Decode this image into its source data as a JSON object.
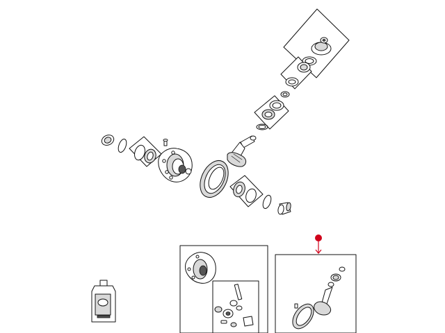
{
  "diagram": {
    "accent_color": "#d0021b",
    "line_color": "#111111",
    "components": [
      "bearing-cup-left",
      "shim-left",
      "bearing-left",
      "differential-case",
      "ring-gear",
      "bearing-right",
      "shim-right",
      "adjuster-right",
      "pinion-gear",
      "pinion-shim",
      "pinion-bearing-inner",
      "pinion-bearing-outer",
      "collapsible-spacer",
      "pinion-seal",
      "pinion-flange-nut",
      "gear-oil-bottle",
      "differential-case-kit",
      "differential-internals-kit",
      "ring-and-pinion-kit"
    ],
    "selected_component": "ring-and-pinion-kit"
  }
}
